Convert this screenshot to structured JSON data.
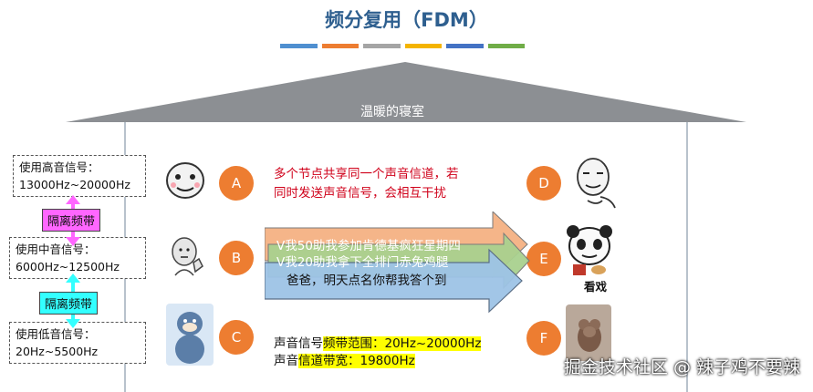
{
  "title": "频分复用（FDM）",
  "title_bar_colors": [
    "#4f8fd0",
    "#ed7d31",
    "#a5a5a5",
    "#f4b400",
    "#4472c4",
    "#70ad47"
  ],
  "house": {
    "label": "温暖的寝室"
  },
  "bands": [
    {
      "name": "使用高音信号：",
      "range": "13000Hz~20000Hz"
    },
    {
      "name": "使用中音信号：",
      "range": "6000Hz~12500Hz"
    },
    {
      "name": "使用低音信号：",
      "range": "20Hz~5500Hz"
    }
  ],
  "guard_bands": [
    {
      "label": "隔离频带",
      "color": "#ff66ff"
    },
    {
      "label": "隔离频带",
      "color": "#33ffff"
    }
  ],
  "nodes": [
    "A",
    "B",
    "C",
    "D",
    "E",
    "F"
  ],
  "note": {
    "line1": "多个节点共享同一个声音信道，若",
    "line2": "同时发送声音信号，会相互干扰"
  },
  "arrows": [
    {
      "text": "V我50助我参加肯德基疯狂星期四",
      "color": "#f4b183"
    },
    {
      "text": "V我20助我拿下全排门赤兔鸡腿",
      "color": "#a9d18e"
    },
    {
      "text": "爸爸，明天点名你帮我答个到",
      "color": "#9dc3e6"
    }
  ],
  "info": {
    "line1_prefix": "声音信号",
    "line1_hl": "频带范围：",
    "line1_value": "20Hz~20000Hz",
    "line2_prefix": "声音",
    "line2_hl": "信道带宽：",
    "line2_value": "19800Hz"
  },
  "sticker_caption": "看戏",
  "footer": "掘金技术社区 @ 辣子鸡不要辣"
}
